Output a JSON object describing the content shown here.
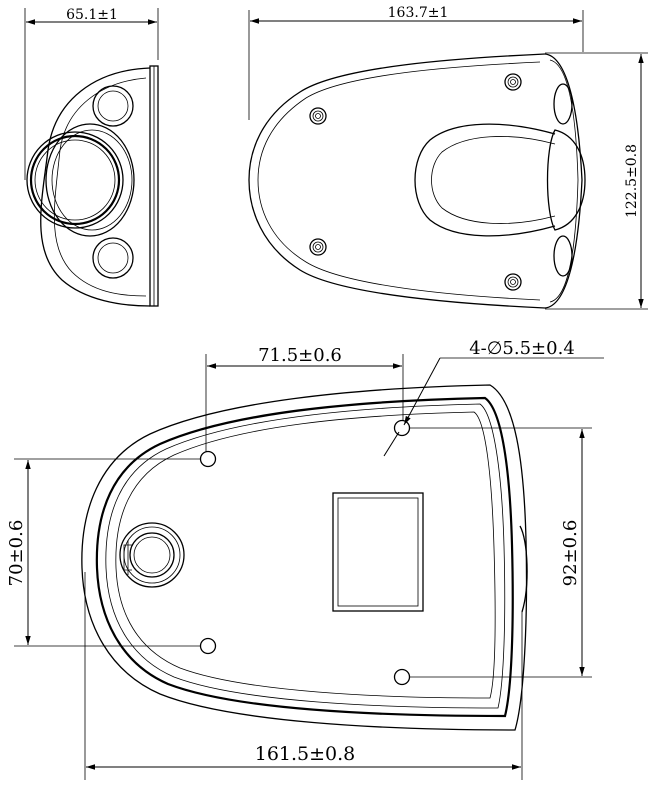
{
  "dimensions": {
    "side_depth": "65.1±1",
    "top_length": "163.7±1",
    "top_height": "122.5±0.8",
    "hole_spacing_x": "71.5±0.6",
    "hole_spec": "4-∅5.5±0.4",
    "hole_spacing_left": "70±0.6",
    "hole_spacing_right": "92±0.6",
    "base_length": "161.5±0.8"
  }
}
